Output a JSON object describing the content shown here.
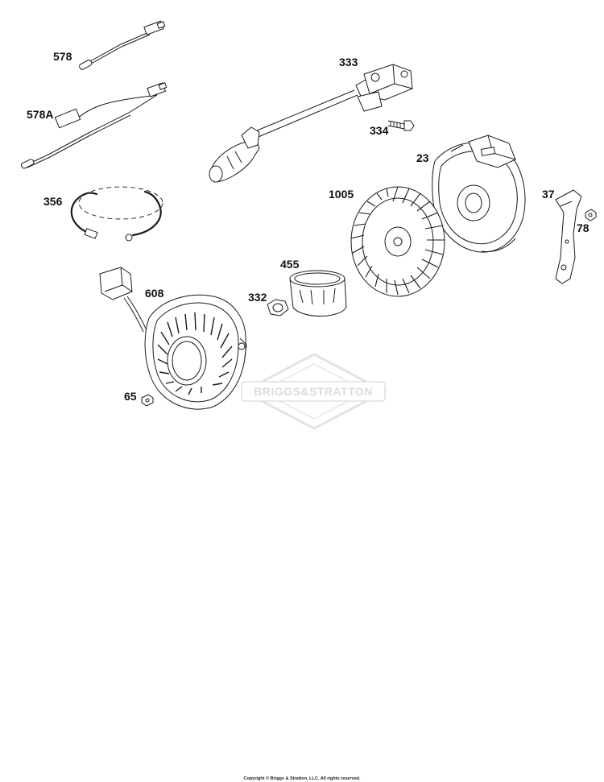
{
  "diagram": {
    "copyright": "Copyright © Briggs & Stratton, LLC. All rights reserved.",
    "watermark": "BRIGGS&STRATTON",
    "parts": [
      {
        "id": "578",
        "label": "578"
      },
      {
        "id": "578A",
        "label": "578A"
      },
      {
        "id": "356",
        "label": "356"
      },
      {
        "id": "608",
        "label": "608"
      },
      {
        "id": "65",
        "label": "65"
      },
      {
        "id": "333",
        "label": "333"
      },
      {
        "id": "334",
        "label": "334"
      },
      {
        "id": "23",
        "label": "23"
      },
      {
        "id": "1005",
        "label": "1005"
      },
      {
        "id": "455",
        "label": "455"
      },
      {
        "id": "332",
        "label": "332"
      },
      {
        "id": "37",
        "label": "37"
      },
      {
        "id": "78",
        "label": "78"
      }
    ]
  }
}
